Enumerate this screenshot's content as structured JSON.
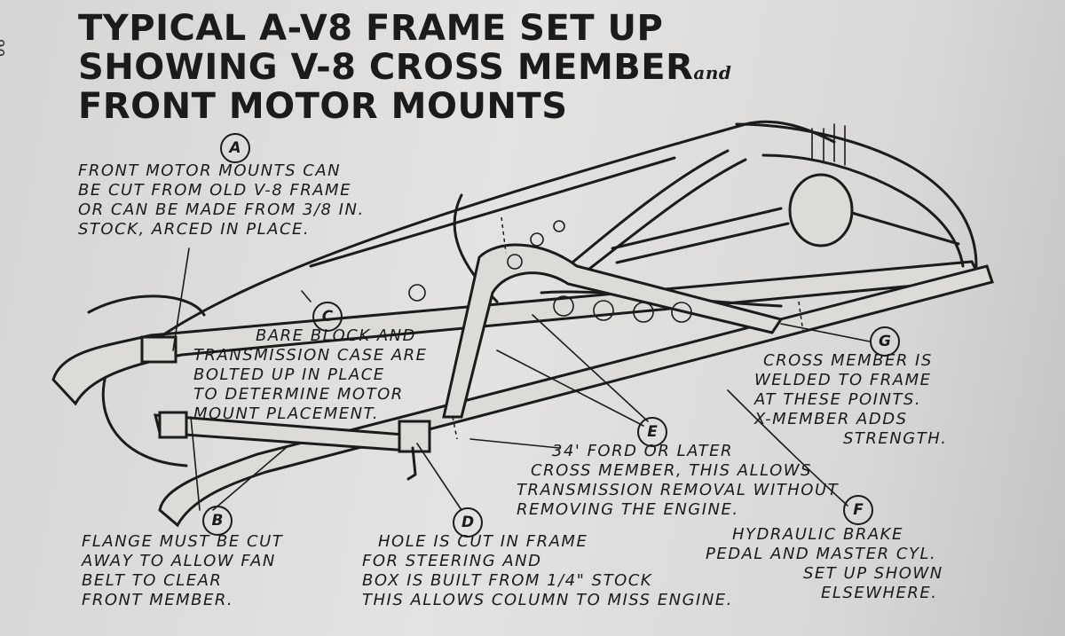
{
  "page_number": "90",
  "title": {
    "line1": "TYPICAL A-V8 FRAME SET UP",
    "line2": "SHOWING V-8 CROSS MEMBER",
    "line2_suffix": "and",
    "line3": "FRONT MOTOR MOUNTS"
  },
  "callouts": {
    "A": "A",
    "B": "B",
    "C": "C",
    "D": "D",
    "E": "E",
    "F": "F",
    "G": "G"
  },
  "notes": {
    "a": [
      "FRONT MOTOR MOUNTS CAN",
      "BE CUT FROM OLD V-8 FRAME",
      "OR CAN BE MADE FROM 3/8 IN.",
      "STOCK, ARCED in PLACE."
    ],
    "c": [
      "BARE BLOCK and",
      "TRANSMISSION CASE ARE",
      "BOLTED UP IN PLACE",
      "TO DETERMINE MOTOR",
      "MOUNT PLACEMENT."
    ],
    "g": [
      "CROSS MEMBER IS",
      "WELDED TO FRAME",
      "AT THESE POINTS.",
      "X-MEMBER ADDS",
      "STRENGTH."
    ],
    "e": [
      "34' FORD OR LATER",
      "CROSS MEMBER, THIS ALLOWS",
      "TRANSMISSION REMOVAL WITHOUT",
      "REMOVING THE ENGINE."
    ],
    "b": [
      "FLANGE MUST BE CUT",
      "AWAY TO ALLOW FAN",
      "BELT TO CLEAR",
      "FRONT MEMBER."
    ],
    "d": [
      "HOLE IS CUT in FRAME",
      "FOR STEERING and",
      "BOX IS BUILT FROM 1/4\" STOCK",
      "THIS ALLOWS COLUMN TO MISS ENGINE."
    ],
    "brake": [
      "HYDRAULIC BRAKE",
      "PEDAL and MASTER CYL.",
      "SET UP SHOWN",
      "ELSEWHERE."
    ]
  }
}
